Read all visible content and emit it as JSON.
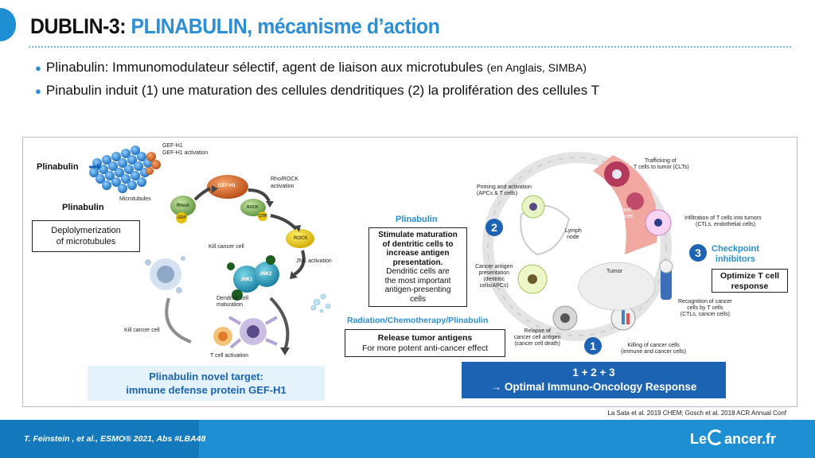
{
  "title": {
    "part1": "DUBLIN-3: ",
    "part2": "PLINABULIN, mécanisme d’action"
  },
  "bullets": [
    {
      "main": "Plinabulin: Immunomodulateur sélectif, agent de liaison aux microtubules ",
      "small": "(en Anglais, SIMBA)"
    },
    {
      "main": "Pinabulin induit (1)  une maturation des cellules dendritiques (2) la prolifération des cellules T",
      "small": ""
    }
  ],
  "left": {
    "plinabulin_arrow": "Plinabulin",
    "plinabulin_bold": "Plinabulin",
    "gef_h1": "GEF-H1",
    "gef_activation": "GEF-H1 activation",
    "microtubules": "Microtubules",
    "gef_h1_node": "GEF-H1",
    "rho_rock": "Rho/ROCK",
    "rho_rock_act": "activation",
    "rhoa": "RhoA",
    "gdp": "GDP",
    "rock1": "ROCK",
    "gtp": "GTP",
    "rock2": "ROCK",
    "jnk_activation": "JNK activation",
    "jnk1": "JNK1",
    "jnk2": "JNK2",
    "p": "P",
    "kill_cell_top": "Kill cancer cell",
    "dc_maturation_1": "Dendritic cell",
    "dc_maturation_2": "maturation",
    "kill_cell_left": "Kill cancer cell",
    "t_cell_activation": "T cell activation",
    "depoly_1": "Deplolymerization",
    "depoly_2": "of microtubules",
    "target_1": "Plinabulin novel target:",
    "target_2": "immune defense protein GEF-H1"
  },
  "right": {
    "plinabulin_label": "Plinabulin",
    "stim_bold_1": "Stimulate maturation",
    "stim_bold_2": "of dentritic cells to",
    "stim_bold_3": "increase antigen",
    "stim_bold_4": "presentation.",
    "stim_norm_1": "Dendritic cells are",
    "stim_norm_2": "the most important",
    "stim_norm_3": "antigen-presenting",
    "stim_norm_4": "cells",
    "radio_label": "Radiation/Chemotherapy/Plinabulin",
    "release_bold": "Release tumor antigens",
    "release_norm": "For more potent anti-cancer effect",
    "num1": "1",
    "num2": "2",
    "num3": "3",
    "checkpoint_1": "Checkpoint",
    "checkpoint_2": "inhibitors",
    "optimize_1": "Optimize T cell",
    "optimize_2": "response",
    "sum_1": "1 + 2 + 3",
    "sum_2": "→ Optimal Immuno-Oncology Response",
    "priming_1": "Priming and activation",
    "priming_2": "(APCs & T cells)",
    "trafficking_1": "Trafficking of",
    "trafficking_2": "T cells to tumor (CLTs)",
    "lymph_1": "Lymph",
    "lymph_2": "node",
    "blood_1": "Blood",
    "blood_2": "vessel",
    "infiltration_1": "Infiltration of T cells into tumors",
    "infiltration_2": "(CTLs, endothelial cells)",
    "antigen_1": "Cancer antigen",
    "antigen_2": "presentation",
    "antigen_3": "(dentritic",
    "antigen_4": "cells/APCs)",
    "tumor": "Tumor",
    "recognition_1": "Recognition of cancer",
    "recognition_2": "cells by T cells",
    "recognition_3": "(CTLs, cancer cells)",
    "relapse_1": "Relapse of",
    "relapse_2": "cancer cell antigen",
    "relapse_3": "(cancer cell death)",
    "killing_1": "Killing of cancer cells",
    "killing_2": "(immune and cancer cells)"
  },
  "citation": "La Sata et al. 2019 CHEM; Gosch et al. 2018 ACR Annual Conf",
  "footer": {
    "authors": "T. Feinstein , et al.,  ESMO® 2021, Abs #LBA48",
    "logo_le": "Le",
    "logo_rest": "ancer.fr"
  },
  "colors": {
    "accent": "#2a8fd6",
    "footer": "#1f8fd4",
    "dark_blue_box": "#1d63b3",
    "light_blue_box": "#e3f2fb"
  }
}
